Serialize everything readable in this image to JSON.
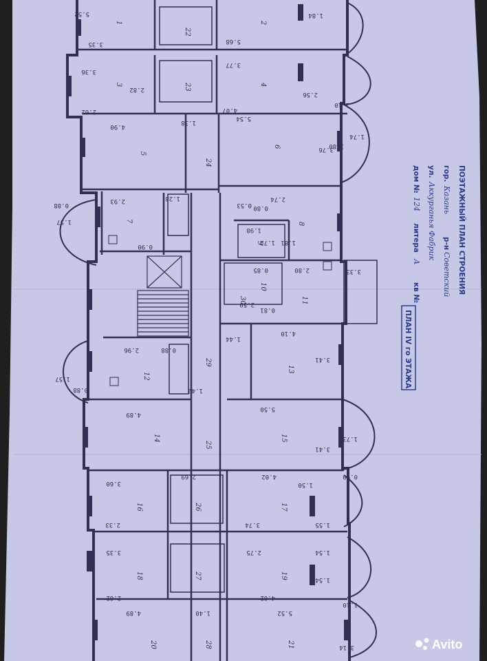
{
  "stamp": {
    "title": "ПОЭТАЖНЫЙ ПЛАН СТРОЕНИЯ",
    "city_label": "гор.",
    "city": "Казань",
    "district_label": "р-н",
    "district": "Советский",
    "street_label": "ул.",
    "street": "Аккурганья Фабрик",
    "house_label": "дом №",
    "house": "124",
    "letter_label": "литера",
    "letter": "А",
    "apt_label": "кв №",
    "floor_box": "ПЛАН IV го ЭТАЖА"
  },
  "watermark": "Avito",
  "dimensions": {
    "wall_numbers": [
      "5.52",
      "3.35",
      "5.68",
      "1.84",
      "3.36",
      "2.82",
      "3.77",
      "2.56",
      "2.62",
      "4.07",
      "1.10",
      "4.90",
      "1.38",
      "5.54",
      "1.74",
      "3.80",
      "3.76",
      "2.93",
      "2.74",
      "1.57",
      "1.28",
      "0.88",
      "0.90",
      "0.80",
      "0.53",
      "1.98",
      "1.72",
      "1.81",
      "3.33",
      "0.85",
      "2.80",
      "2.59",
      "0.81",
      "1.44",
      "4.10",
      "3.41",
      "2.96",
      "0.88",
      "1.57",
      "0.88",
      "1.42",
      "4.89",
      "5.50",
      "3.41",
      "1.73",
      "3.60",
      "2.69",
      "4.02",
      "0.90",
      "1.50",
      "2.33",
      "3.74",
      "1.55",
      "1.54",
      "3.35",
      "2.75",
      "1.54",
      "2.62",
      "4.02",
      "4.89",
      "1.40",
      "5.52",
      "1.10",
      "3.14"
    ],
    "room_labels": [
      "1",
      "2",
      "3",
      "4",
      "5",
      "6",
      "7",
      "8",
      "9",
      "10",
      "11",
      "12",
      "13",
      "14",
      "15",
      "16",
      "17",
      "18",
      "19",
      "20",
      "21",
      "22",
      "23",
      "24",
      "25",
      "26",
      "27",
      "28",
      "29",
      "30"
    ]
  }
}
